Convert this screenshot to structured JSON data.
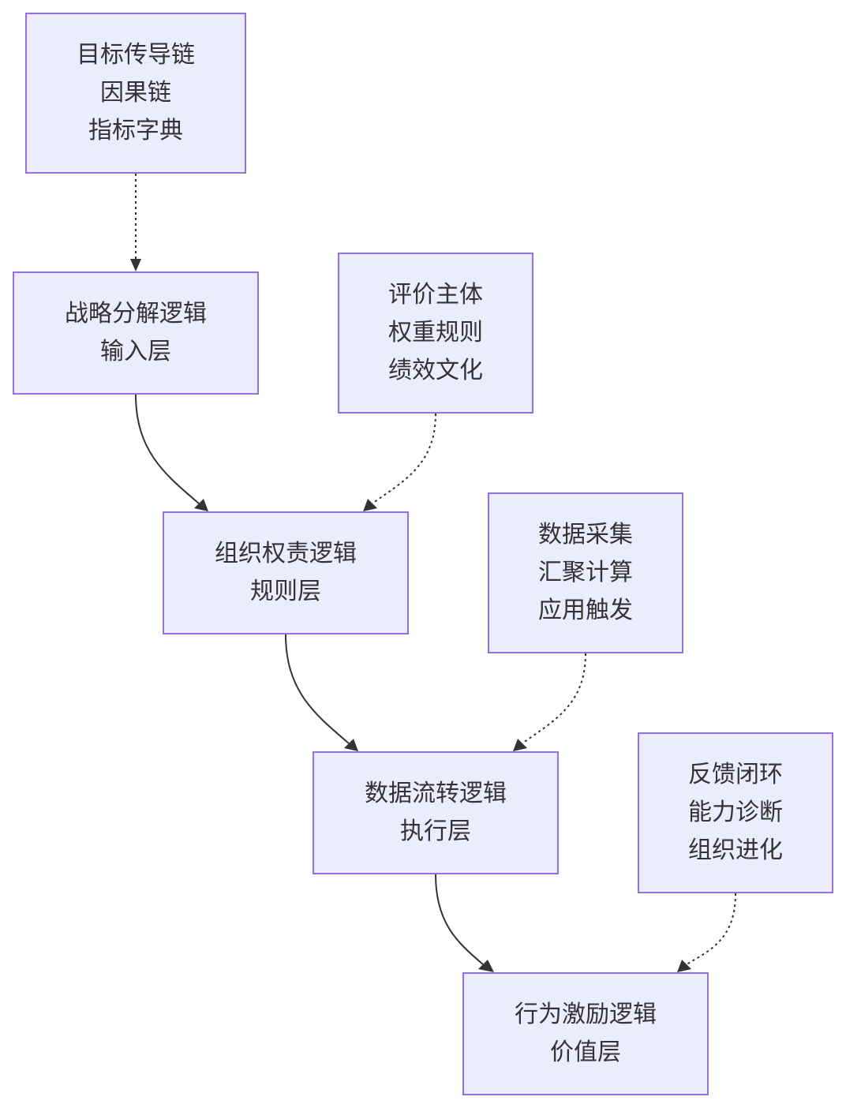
{
  "diagram": {
    "nodes": {
      "goal": {
        "lines": [
          "目标传导链",
          "因果链",
          "指标字典"
        ]
      },
      "strategy": {
        "lines": [
          "战略分解逻辑",
          "输入层"
        ]
      },
      "evaluate": {
        "lines": [
          "评价主体",
          "权重规则",
          "绩效文化"
        ]
      },
      "org": {
        "lines": [
          "组织权责逻辑",
          "规则层"
        ]
      },
      "data": {
        "lines": [
          "数据采集",
          "汇聚计算",
          "应用触发"
        ]
      },
      "flow": {
        "lines": [
          "数据流转逻辑",
          "执行层"
        ]
      },
      "feedback": {
        "lines": [
          "反馈闭环",
          "能力诊断",
          "组织进化"
        ]
      },
      "incentive": {
        "lines": [
          "行为激励逻辑",
          "价值层"
        ]
      }
    },
    "edges": [
      {
        "from": "goal",
        "to": "strategy",
        "style": "dotted"
      },
      {
        "from": "strategy",
        "to": "org",
        "style": "solid"
      },
      {
        "from": "evaluate",
        "to": "org",
        "style": "dotted"
      },
      {
        "from": "org",
        "to": "flow",
        "style": "solid"
      },
      {
        "from": "data",
        "to": "flow",
        "style": "dotted"
      },
      {
        "from": "flow",
        "to": "incentive",
        "style": "solid"
      },
      {
        "from": "feedback",
        "to": "incentive",
        "style": "dotted"
      }
    ]
  }
}
